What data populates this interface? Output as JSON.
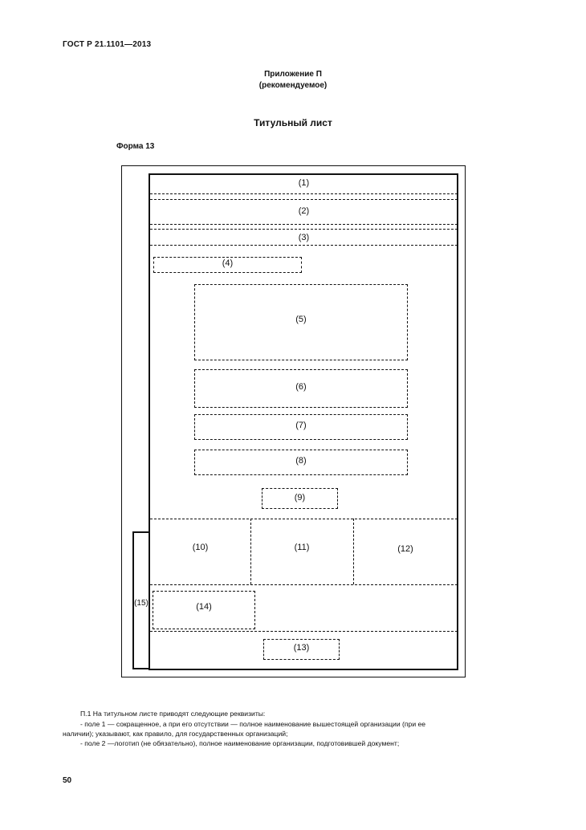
{
  "header": {
    "doc_code": "ГОСТ Р 21.1101—2013",
    "annex_title": "Приложение П",
    "annex_subtitle": "(рекомендуемое)",
    "sheet_title": "Титульный лист",
    "form_label": "Форма 13"
  },
  "form": {
    "fields": {
      "f1": "(1)",
      "f2": "(2)",
      "f3": "(3)",
      "f4": "(4)",
      "f5": "(5)",
      "f6": "(6)",
      "f7": "(7)",
      "f8": "(8)",
      "f9": "(9)",
      "f10": "(10)",
      "f11": "(11)",
      "f12": "(12)",
      "f13": "(13)",
      "f14": "(14)",
      "f15": "(15)"
    }
  },
  "notes": {
    "line1": "П.1 На титульном листе приводят следующие реквизиты:",
    "line2": "- поле 1 — сокращенное, а при его отсутствии — полное наименование вышестоящей организации (при ее",
    "line3": "наличии); указывают, как правило, для государственных организаций;",
    "line4": "- поле 2 —логотип (не обязательно), полное наименование организации, подготовившей документ;"
  },
  "footer": {
    "page_number": "50"
  }
}
